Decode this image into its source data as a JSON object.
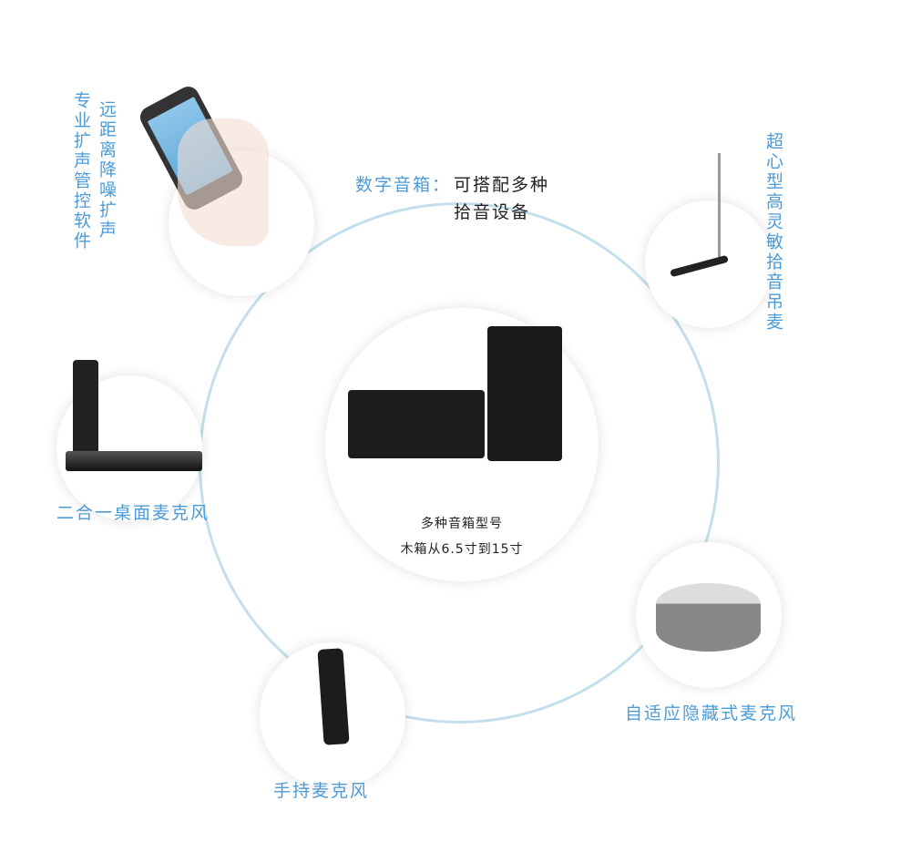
{
  "left_labels": {
    "software": "专业扩声管控软件",
    "noise": "远距离降噪扩声"
  },
  "top": {
    "prefix": "数字音箱：",
    "line1": "可搭配多种",
    "line2": "拾音设备"
  },
  "right_label": "超心型高灵敏拾音吊麦",
  "desk_mic": "二合一桌面麦克风",
  "center": {
    "line1": "多种音箱型号",
    "line2": "木箱从6.5寸到15寸"
  },
  "ceiling_mic": "自适应隐藏式麦克风",
  "handheld_mic": "手持麦克风",
  "colors": {
    "accent": "#4d9bd6",
    "ring": "#c4dfeb"
  }
}
